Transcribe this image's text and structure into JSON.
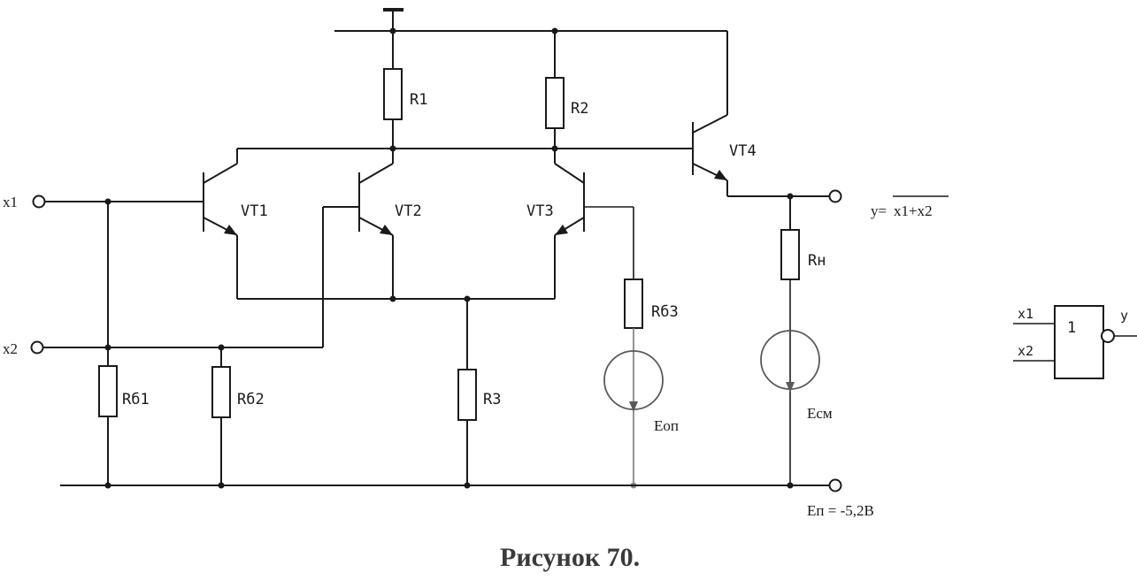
{
  "labels": {
    "x1": "x1",
    "x2": "x2",
    "r1": "R1",
    "r2": "R2",
    "r3": "R3",
    "rb1": "Rб1",
    "rb2": "Rб2",
    "rb3": "Rб3",
    "rn": "Rн",
    "vt1": "VT1",
    "vt2": "VT2",
    "vt3": "VT3",
    "vt4": "VT4",
    "eop": "Eоп",
    "esm": "Eсм",
    "output": "y=",
    "output_expr": "x1+x2",
    "supply": "Eп = -5,2В",
    "gate_func": "1",
    "gate_in1": "x1",
    "gate_in2": "x2",
    "gate_out": "y"
  },
  "caption": "Рисунок 70."
}
